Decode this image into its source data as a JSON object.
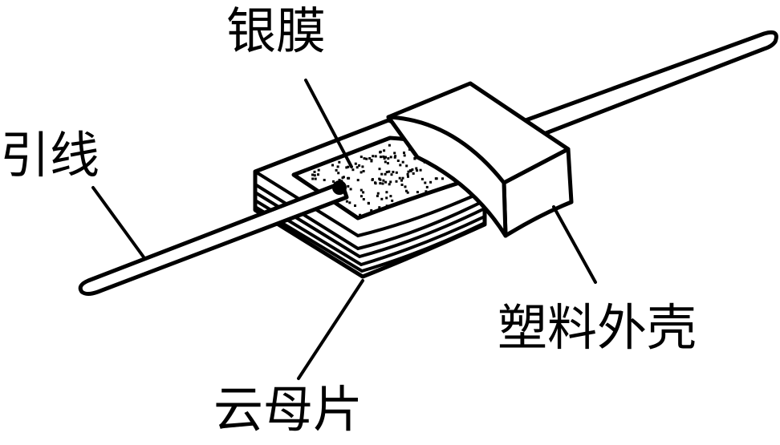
{
  "labels": {
    "silver_film": "银膜",
    "lead_wire": "引线",
    "plastic_case": "塑料外壳",
    "mica_sheet": "云母片"
  },
  "colors": {
    "stroke": "#000000",
    "background": "#ffffff"
  }
}
